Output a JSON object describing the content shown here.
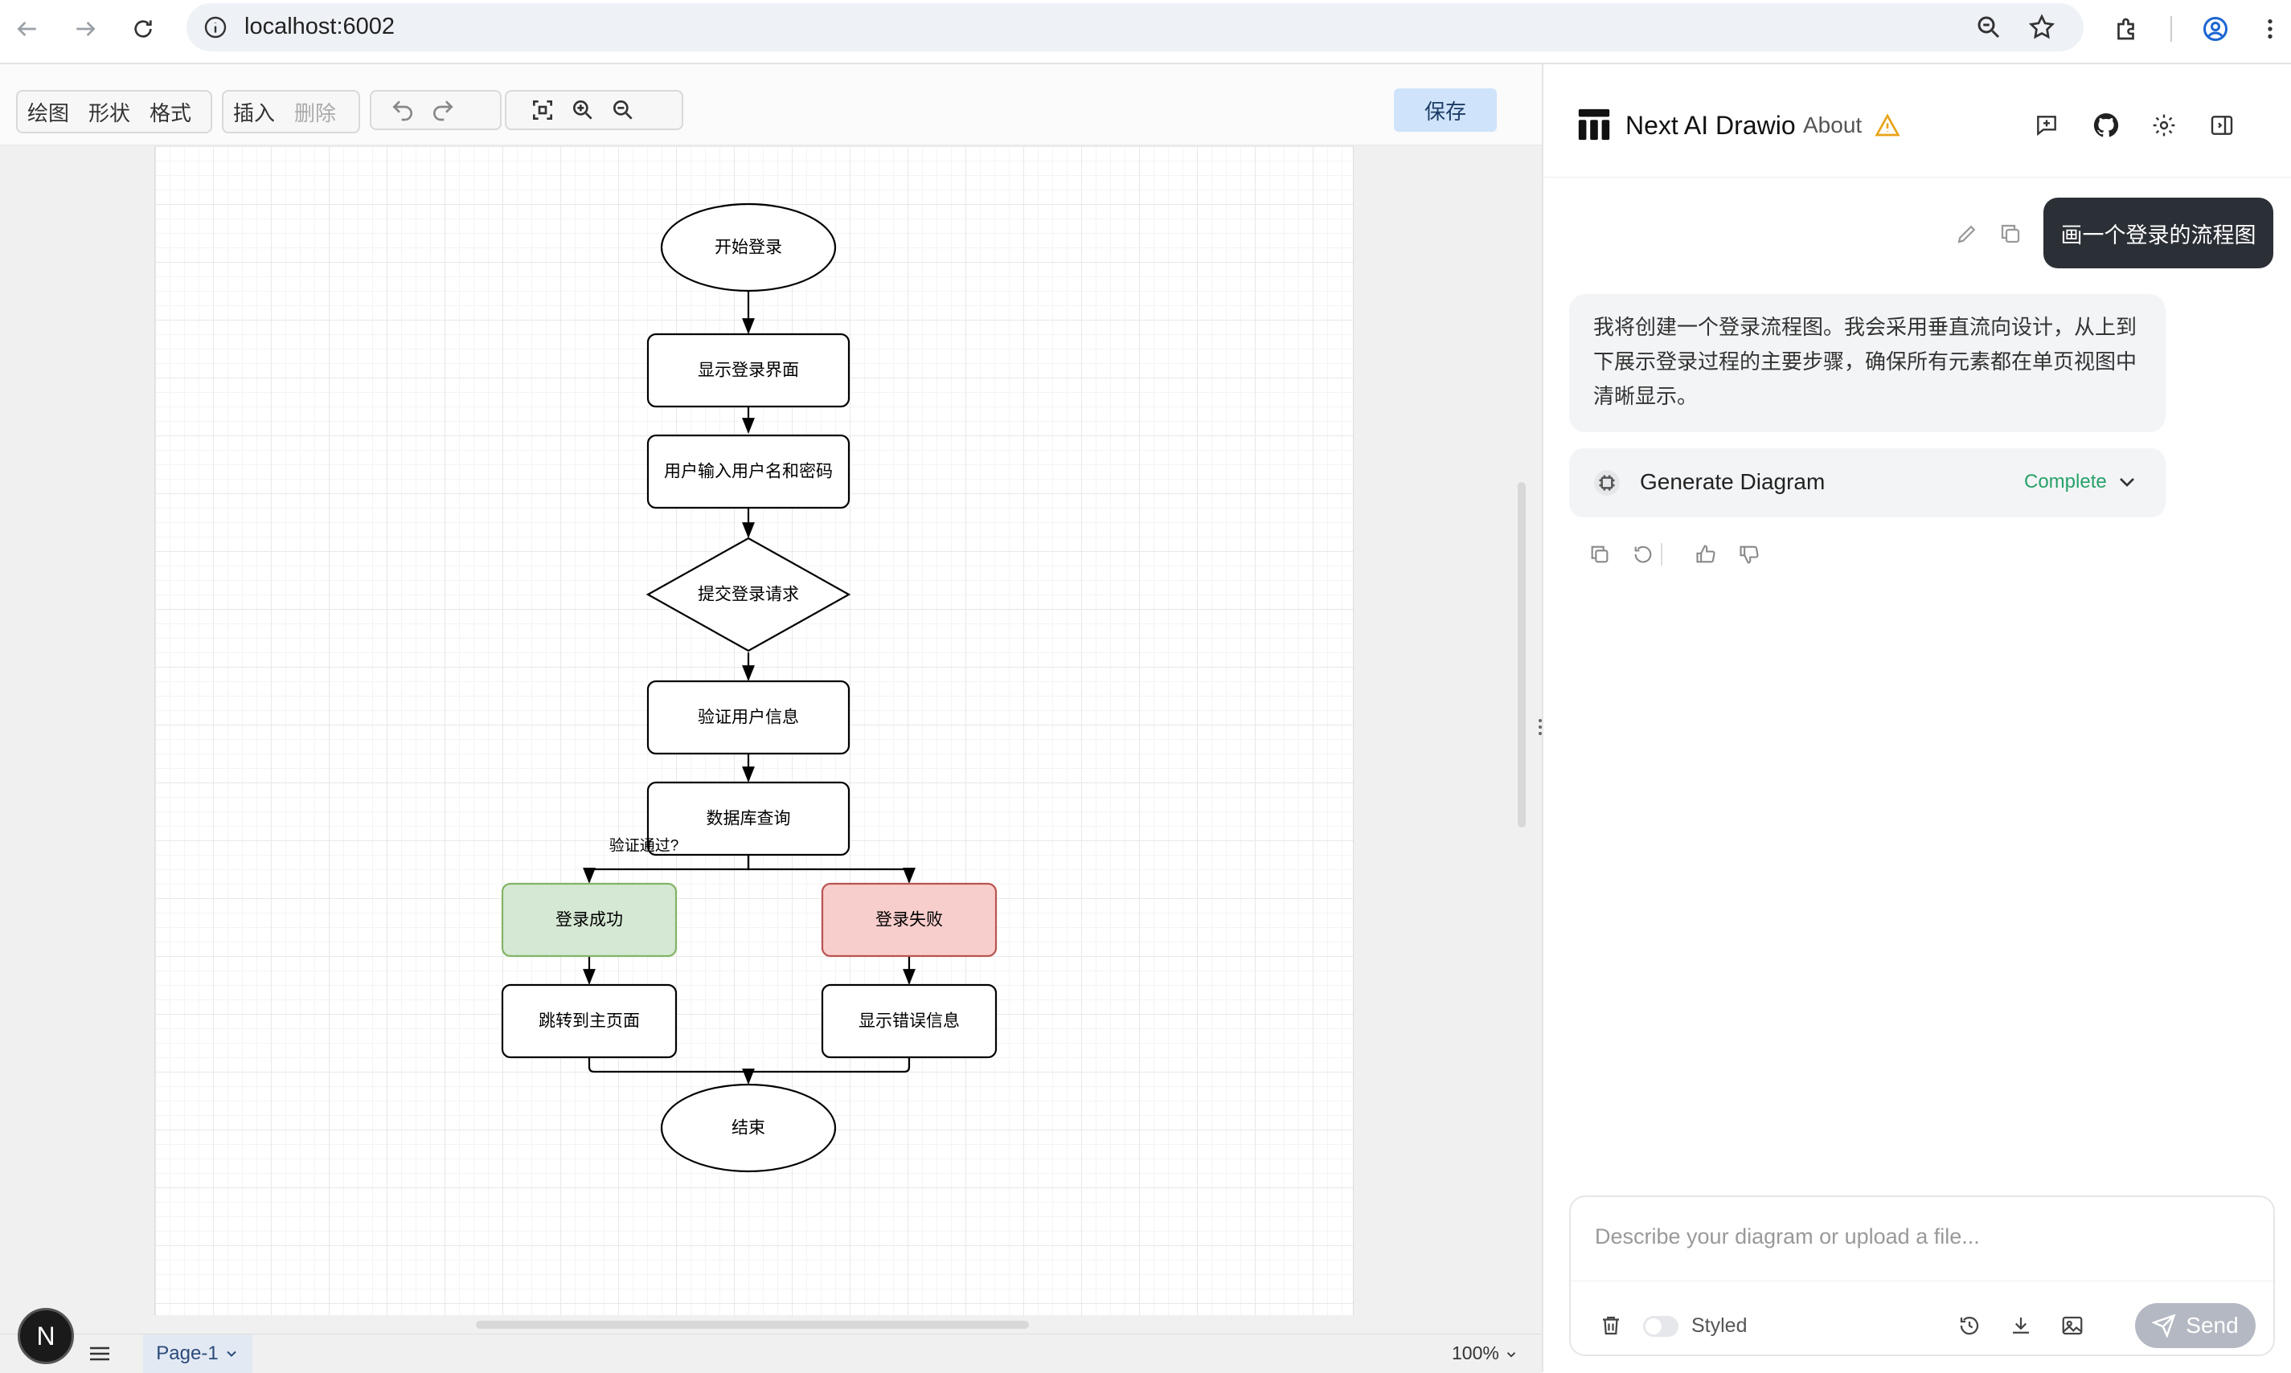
{
  "browser": {
    "url": "localhost:6002"
  },
  "toolbar": {
    "draw_label": "绘图",
    "shape_label": "形状",
    "format_label": "格式",
    "insert_label": "插入",
    "delete_label": "删除",
    "save_label": "保存"
  },
  "diagram": {
    "start": "开始登录",
    "show_login": "显示登录界面",
    "input_credentials": "用户输入用户名和密码",
    "submit_request": "提交登录请求",
    "verify_user": "验证用户信息",
    "db_query": "数据库查询",
    "branch_label": "验证通过?",
    "login_success": "登录成功",
    "login_fail": "登录失败",
    "goto_home": "跳转到主页面",
    "show_error": "显示错误信息",
    "end": "结束",
    "colors": {
      "success_fill": "#d5e8d4",
      "success_stroke": "#82b366",
      "fail_fill": "#f8cecc",
      "fail_stroke": "#b85450"
    }
  },
  "editor_footer": {
    "page_tab": "Page-1",
    "zoom": "100%",
    "badge": "N"
  },
  "chat": {
    "app_title": "Next AI Drawio",
    "about_label": "About",
    "user_message": "画一个登录的流程图",
    "assistant_message": "我将创建一个登录流程图。我会采用垂直流向设计，从上到下展示登录过程的主要步骤，确保所有元素都在单页视图中清晰显示。",
    "tool_name": "Generate Diagram",
    "tool_status": "Complete",
    "input_placeholder": "Describe your diagram or upload a file...",
    "styled_label": "Styled",
    "send_label": "Send"
  }
}
